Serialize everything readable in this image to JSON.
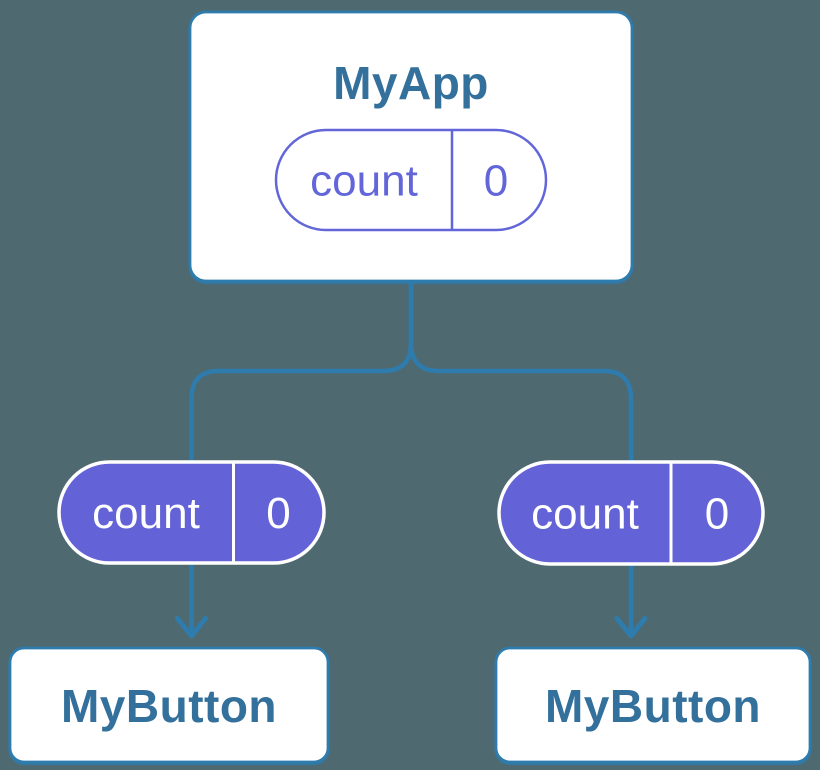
{
  "colors": {
    "background": "#4E6970",
    "connector_blue": "#2E7CAE",
    "card_background": "#FFFFFF",
    "card_border_blue": "#2E7CAE",
    "component_name_blue": "#33709B",
    "pill_fill_purple": "#6363D7",
    "pill_outline_purple": "#6366D9",
    "pill_text_white": "#FFFFFF"
  },
  "tree": {
    "root": {
      "name": "MyApp",
      "state": {
        "label": "count",
        "value": "0"
      }
    },
    "children": [
      {
        "name": "MyButton",
        "prop": {
          "label": "count",
          "value": "0"
        }
      },
      {
        "name": "MyButton",
        "prop": {
          "label": "count",
          "value": "0"
        }
      }
    ]
  }
}
